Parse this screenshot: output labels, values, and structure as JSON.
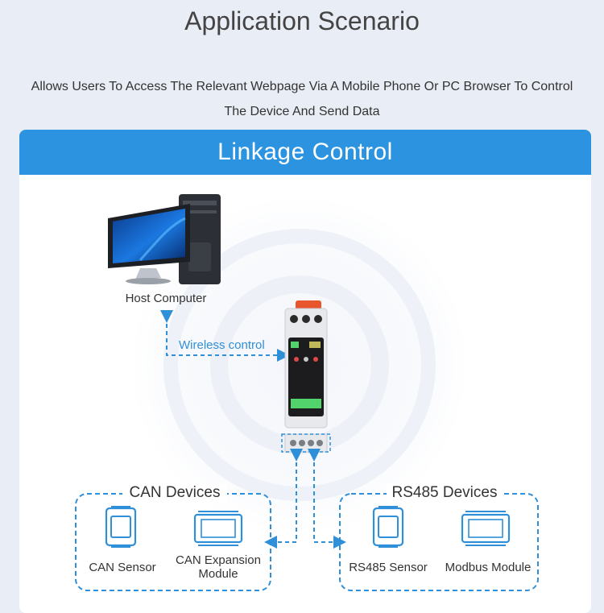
{
  "page": {
    "title": "Application Scenario",
    "description_line1": "Allows Users To Access The Relevant Webpage Via A Mobile Phone Or PC Browser To Control",
    "description_line2": "The Device And Send Data"
  },
  "diagram": {
    "banner_title": "Linkage Control",
    "host_label": "Host Computer",
    "wireless_label": "Wireless control",
    "can_group": {
      "title": "CAN Devices",
      "items": [
        "CAN Sensor",
        "CAN Expansion Module"
      ]
    },
    "rs485_group": {
      "title": "RS485 Devices",
      "items": [
        "RS485 Sensor",
        "Modbus Module"
      ]
    }
  },
  "colors": {
    "accent": "#2b93e0",
    "dashed_line": "#2f8fd8",
    "background": "#e9edf5"
  }
}
